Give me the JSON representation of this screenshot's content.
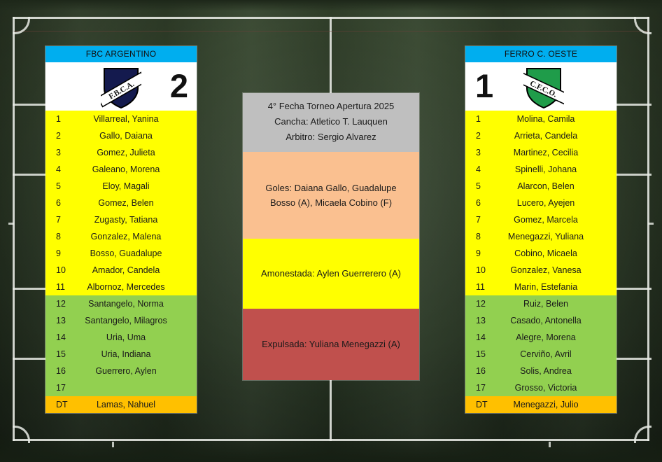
{
  "match": {
    "fixture": "4° Fecha Torneo Apertura 2025",
    "venue": "Cancha: Atletico T. Lauquen",
    "referee": "Arbitro: Sergio Alvarez",
    "goals": "Goles: Daiana Gallo, Guadalupe Bosso (A), Micaela Cobino (F)",
    "booked": "Amonestada: Aylen Guerrerero (A)",
    "sent_off": "Expulsada: Yuliana Menegazzi (A)"
  },
  "colors": {
    "title_bar": "#00AEEF",
    "starter_row": "#FFFF00",
    "sub_row": "#92D050",
    "coach_row": "#FFC000",
    "info_header": "#BFBFBF",
    "goals_panel": "#FAC090",
    "booked_panel": "#FFFF00",
    "sentoff_panel": "#C0504D",
    "pitch": "#31402B"
  },
  "home": {
    "name": "FBC ARGENTINO",
    "score": "2",
    "crest": "fbc-argentino-crest",
    "crest_text": "F.B.C.A.",
    "players": [
      {
        "num": "1",
        "name": "Villarreal, Yanina",
        "role": "starter"
      },
      {
        "num": "2",
        "name": "Gallo, Daiana",
        "role": "starter"
      },
      {
        "num": "3",
        "name": "Gomez, Julieta",
        "role": "starter"
      },
      {
        "num": "4",
        "name": "Galeano, Morena",
        "role": "starter"
      },
      {
        "num": "5",
        "name": "Eloy, Magali",
        "role": "starter"
      },
      {
        "num": "6",
        "name": "Gomez, Belen",
        "role": "starter"
      },
      {
        "num": "7",
        "name": "Zugasty, Tatiana",
        "role": "starter"
      },
      {
        "num": "8",
        "name": "Gonzalez, Malena",
        "role": "starter"
      },
      {
        "num": "9",
        "name": "Bosso, Guadalupe",
        "role": "starter"
      },
      {
        "num": "10",
        "name": "Amador, Candela",
        "role": "starter"
      },
      {
        "num": "11",
        "name": "Albornoz, Mercedes",
        "role": "starter"
      },
      {
        "num": "12",
        "name": "Santangelo, Norma",
        "role": "sub"
      },
      {
        "num": "13",
        "name": "Santangelo, Milagros",
        "role": "sub"
      },
      {
        "num": "14",
        "name": "Uria, Uma",
        "role": "sub"
      },
      {
        "num": "15",
        "name": "Uria, Indiana",
        "role": "sub"
      },
      {
        "num": "16",
        "name": "Guerrero, Aylen",
        "role": "sub"
      },
      {
        "num": "17",
        "name": "",
        "role": "sub"
      },
      {
        "num": "DT",
        "name": "Lamas, Nahuel",
        "role": "coach"
      }
    ]
  },
  "away": {
    "name": "FERRO C. OESTE",
    "score": "1",
    "crest": "ferro-carril-oeste-crest",
    "crest_text": "C.F.C.O.",
    "players": [
      {
        "num": "1",
        "name": "Molina, Camila",
        "role": "starter"
      },
      {
        "num": "2",
        "name": "Arrieta, Candela",
        "role": "starter"
      },
      {
        "num": "3",
        "name": "Martinez, Cecilia",
        "role": "starter"
      },
      {
        "num": "4",
        "name": "Spinelli, Johana",
        "role": "starter"
      },
      {
        "num": "5",
        "name": "Alarcon, Belen",
        "role": "starter"
      },
      {
        "num": "6",
        "name": "Lucero, Ayejen",
        "role": "starter"
      },
      {
        "num": "7",
        "name": "Gomez, Marcela",
        "role": "starter"
      },
      {
        "num": "8",
        "name": "Menegazzi, Yuliana",
        "role": "starter"
      },
      {
        "num": "9",
        "name": "Cobino, Micaela",
        "role": "starter"
      },
      {
        "num": "10",
        "name": "Gonzalez, Vanesa",
        "role": "starter"
      },
      {
        "num": "11",
        "name": "Marin, Estefania",
        "role": "starter"
      },
      {
        "num": "12",
        "name": "Ruiz, Belen",
        "role": "sub"
      },
      {
        "num": "13",
        "name": "Casado, Antonella",
        "role": "sub"
      },
      {
        "num": "14",
        "name": "Alegre, Morena",
        "role": "sub"
      },
      {
        "num": "15",
        "name": "Cerviño, Avril",
        "role": "sub"
      },
      {
        "num": "16",
        "name": "Solis, Andrea",
        "role": "sub"
      },
      {
        "num": "17",
        "name": "Grosso, Victoria",
        "role": "sub"
      },
      {
        "num": "DT",
        "name": "Menegazzi, Julio",
        "role": "coach"
      }
    ]
  }
}
